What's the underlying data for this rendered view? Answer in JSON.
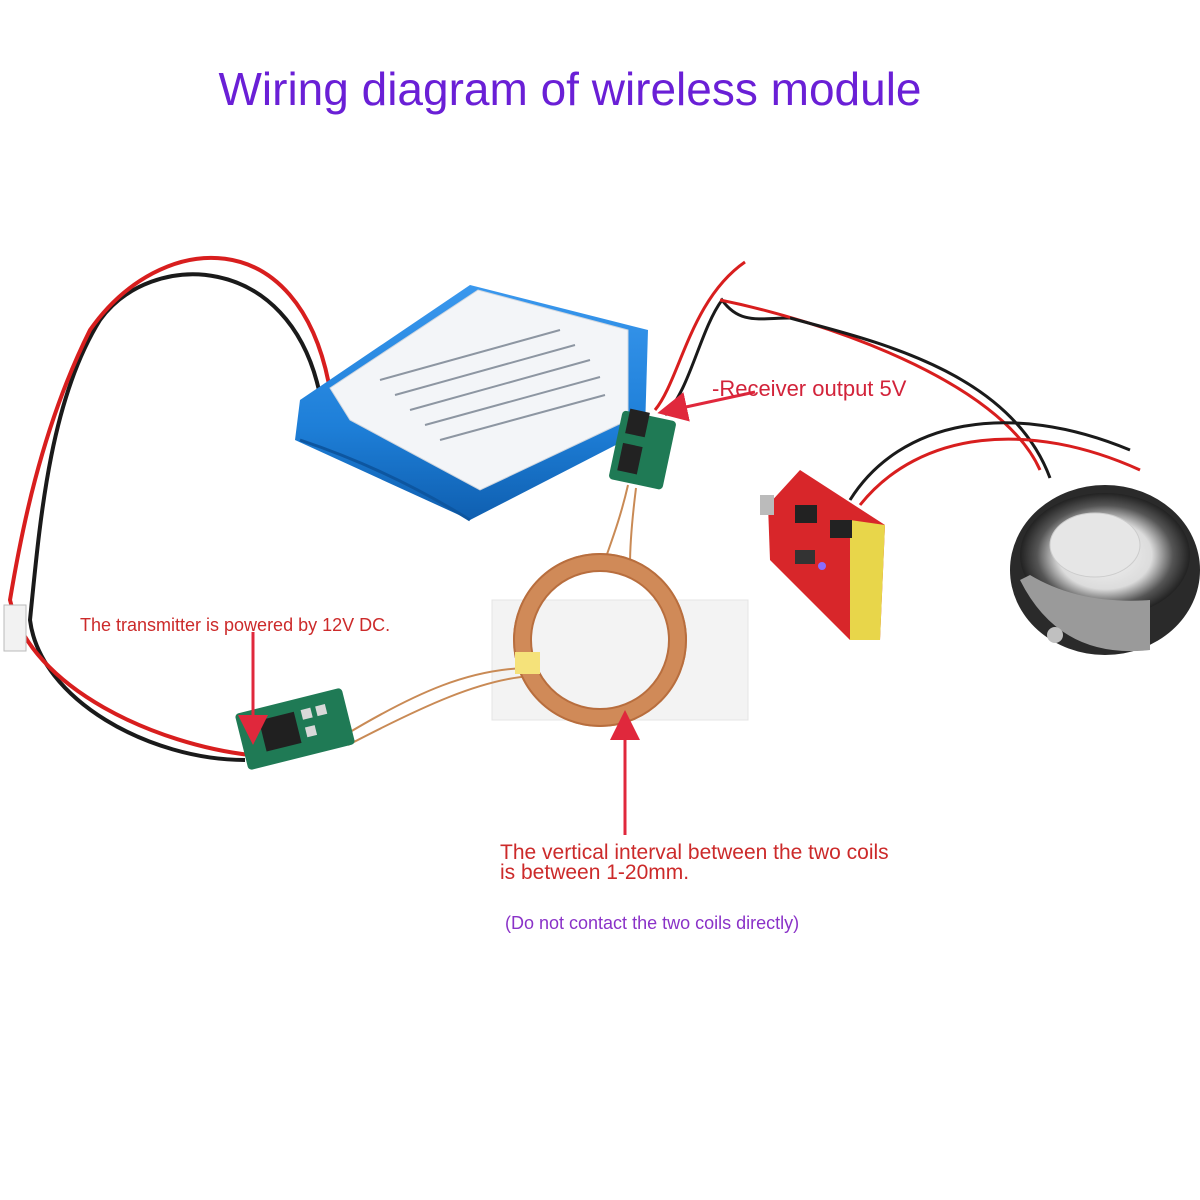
{
  "title": "Wiring diagram of wireless module",
  "labels": {
    "receiver_output": "-Receiver output 5V",
    "transmitter_power": "The transmitter is powered by 12V DC.",
    "coil_gap_line1": "The vertical interval between the two coils",
    "coil_gap_line2": "is between 1-20mm.",
    "coil_note": "(Do not contact the two coils directly)"
  },
  "colors": {
    "title": "#6a1fd6",
    "annotation": "#cc2a2a",
    "note": "#8a32c8",
    "arrow": "#e0283c",
    "battery": "#1e7fd8",
    "wire_red": "#d81e1e",
    "wire_black": "#1a1a1a",
    "coil": "#d08a58",
    "pcb_green": "#1f7a55",
    "amp_red": "#d8262a"
  }
}
